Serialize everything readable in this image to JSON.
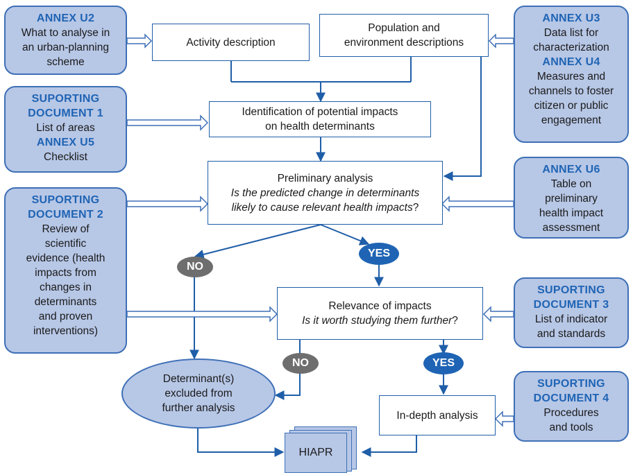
{
  "side_boxes": {
    "annex_u2": {
      "heading": "ANNEX U2",
      "lines": [
        "What to analyse in",
        "an urban-planning",
        "scheme"
      ]
    },
    "annex_u3_u4": {
      "heading_1": "ANNEX U3",
      "lines_1": [
        "Data list for",
        "characterization"
      ],
      "heading_2": "ANNEX U4",
      "lines_2": [
        "Measures and",
        "channels to foster",
        "citizen or public",
        "engagement"
      ]
    },
    "supporting_doc_1": {
      "heading_1": "SUPORTING",
      "heading_2": "DOCUMENT 1",
      "lines_1": [
        "List of areas"
      ],
      "heading_3": "ANNEX U5",
      "lines_2": [
        "Checklist"
      ]
    },
    "annex_u6": {
      "heading": "ANNEX U6",
      "lines": [
        "Table on",
        "preliminary",
        "health impact",
        "assessment"
      ]
    },
    "supporting_doc_2": {
      "heading_1": "SUPORTING",
      "heading_2": "DOCUMENT 2",
      "lines": [
        "Review of",
        "scientific",
        "evidence (health",
        "impacts from",
        "changes in",
        "determinants",
        "and proven",
        "interventions)"
      ]
    },
    "supporting_doc_3": {
      "heading_1": "SUPORTING",
      "heading_2": "DOCUMENT 3",
      "lines": [
        "List of indicator",
        "and standards"
      ]
    },
    "supporting_doc_4": {
      "heading_1": "SUPORTING",
      "heading_2": "DOCUMENT 4",
      "lines": [
        "Procedures",
        "and tools"
      ]
    }
  },
  "process": {
    "activity": "Activity description",
    "population": [
      "Population and",
      "environment descriptions"
    ],
    "identification": [
      "Identification of potential impacts",
      "on health determinants"
    ],
    "preliminary": {
      "title": "Preliminary analysis",
      "question_1": "Is the predicted change in determinants",
      "question_2": "likely to cause relevant health impacts",
      "question_mark": "?"
    },
    "relevance": {
      "title": "Relevance of impacts",
      "question": "Is it worth studying them further",
      "question_mark": "?"
    },
    "in_depth": "In-depth analysis",
    "excluded": [
      "Determinant(s)",
      "excluded from",
      "further analysis"
    ],
    "hiapr": "HIAPR"
  },
  "badges": {
    "no_1": "NO",
    "yes_1": "YES",
    "no_2": "NO",
    "yes_2": "YES"
  },
  "colors": {
    "accent_blue": "#1f64b4",
    "box_fill": "#b7c7e6",
    "border": "#3d6fb6",
    "connector": "#1f5ea8",
    "no_badge": "#6e6e6e"
  }
}
